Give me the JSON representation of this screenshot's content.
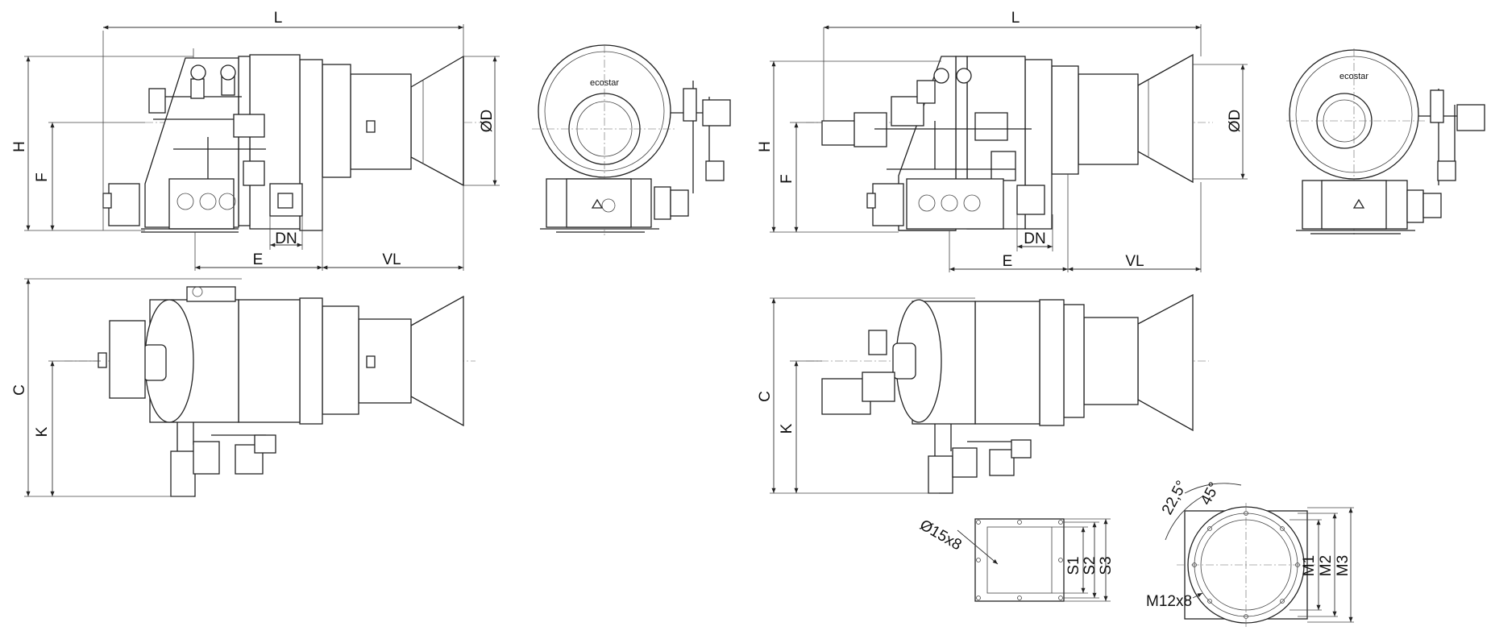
{
  "labels": {
    "L": "L",
    "H": "H",
    "F": "F",
    "OD": "ØD",
    "DN": "DN",
    "E": "E",
    "VL": "VL",
    "C": "C",
    "K": "K",
    "hole_note": "Ø15x8",
    "S1": "S1",
    "S2": "S2",
    "S3": "S3",
    "angle_22": "22,5°",
    "angle_45": "45°",
    "M1": "M1",
    "M2": "M2",
    "M3": "M3",
    "bolt_note": "M12x8"
  },
  "brand": "ecostar",
  "colors": {
    "line": "#222222",
    "background": "#ffffff"
  }
}
